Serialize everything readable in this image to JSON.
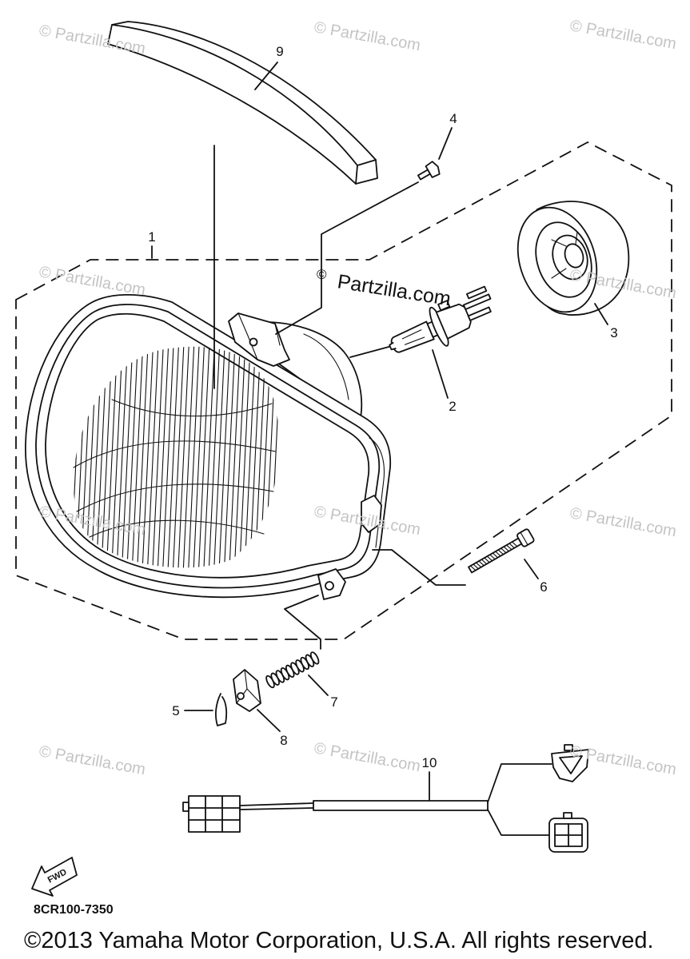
{
  "callouts": {
    "part_1": "1",
    "part_2": "2",
    "part_3": "3",
    "part_4": "4",
    "part_5": "5",
    "part_6": "6",
    "part_7": "7",
    "part_8": "8",
    "part_9": "9",
    "part_10": "10"
  },
  "watermark": "© Partzilla.com",
  "site_mark": {
    "symbol": "©",
    "name": "Partzilla.com"
  },
  "fwd_label": "FWD",
  "diagram_code": "8CR100-7350",
  "copyright": "©2013 Yamaha Motor Corporation, U.S.A. All rights reserved."
}
